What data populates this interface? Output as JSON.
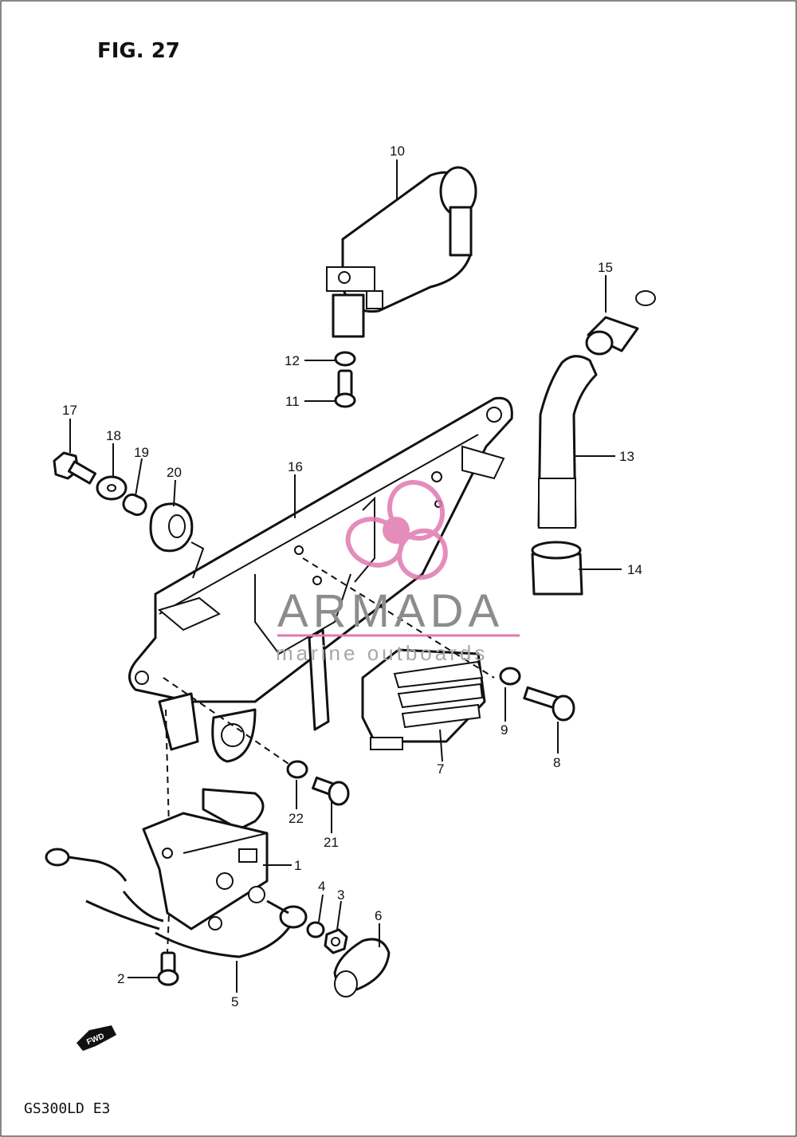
{
  "figure": {
    "title": "FIG. 27",
    "model_code": "GS300LD  E3",
    "fwd_label": "FWD"
  },
  "watermark": {
    "brand": "ARMADA",
    "tagline": "marine outboards",
    "logo_color": "#e07ab0"
  },
  "callouts": {
    "c1": "1",
    "c2": "2",
    "c3": "3",
    "c4": "4",
    "c5": "5",
    "c6": "6",
    "c7": "7",
    "c8": "8",
    "c9": "9",
    "c10": "10",
    "c11": "11",
    "c12": "12",
    "c13": "13",
    "c14": "14",
    "c15": "15",
    "c16": "16",
    "c17": "17",
    "c18": "18",
    "c19": "19",
    "c20": "20",
    "c21": "21",
    "c22": "22"
  }
}
